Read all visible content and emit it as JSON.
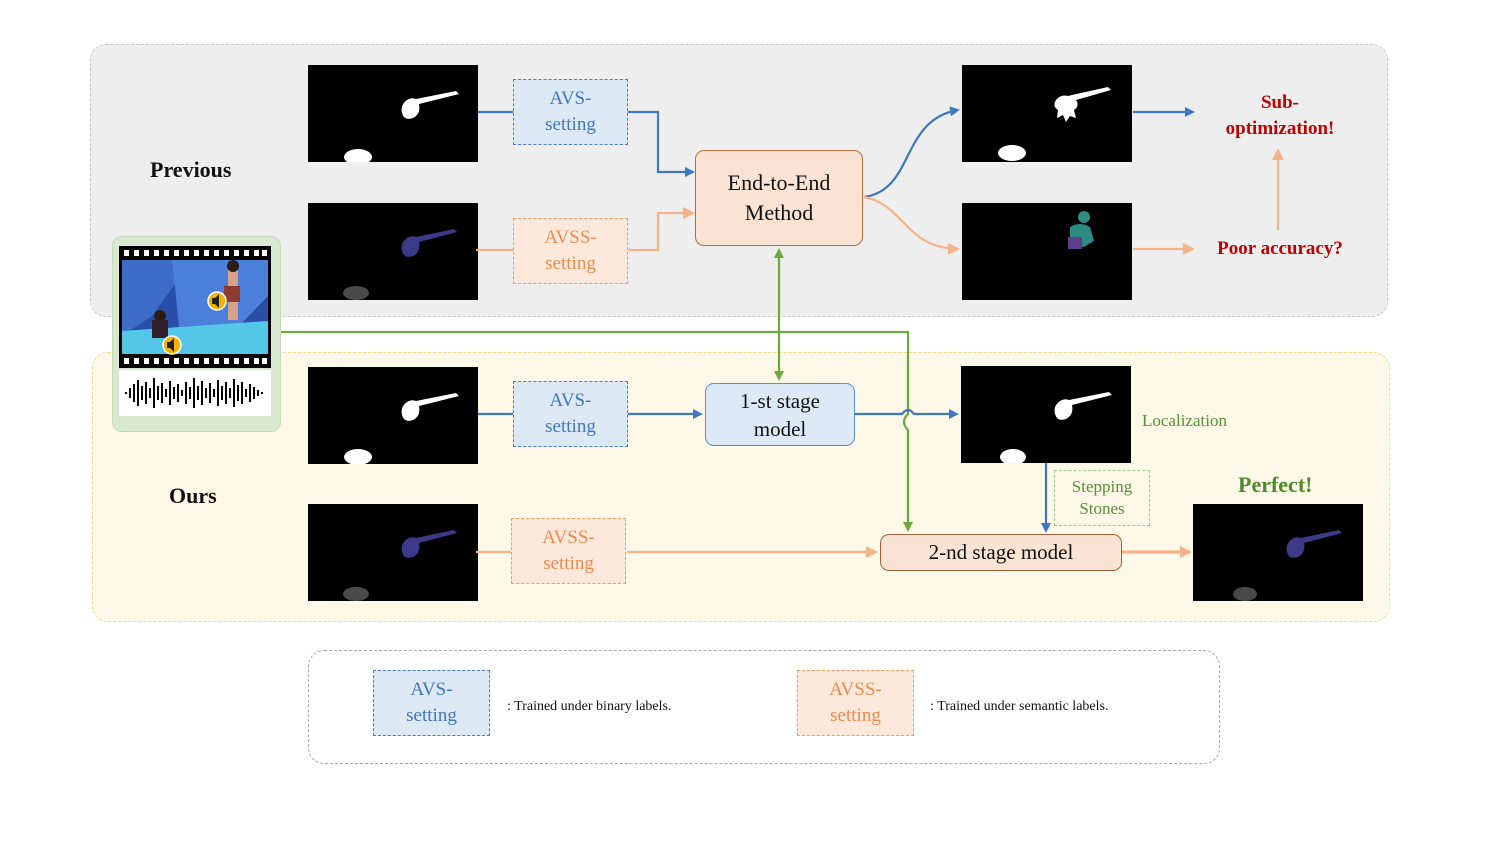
{
  "sections": {
    "previous": "Previous",
    "ours": "Ours"
  },
  "settings": {
    "avs": "AVS-\nsetting",
    "avss": "AVSS-\nsetting"
  },
  "models": {
    "end_to_end": "End-to-End\nMethod",
    "stage1": "1-st stage\nmodel",
    "stage2": "2-nd stage model"
  },
  "outcomes": {
    "sub_optimization": "Sub-\noptimization!",
    "poor_accuracy": "Poor accuracy?",
    "perfect": "Perfect!"
  },
  "annotations": {
    "localization": "Localization",
    "stepping_stones": "Stepping\nStones"
  },
  "legend": {
    "avs_label": "AVS-\nsetting",
    "avs_desc": ": Trained under binary labels.",
    "avss_label": "AVSS-\nsetting",
    "avss_desc": ": Trained under semantic labels."
  },
  "colors": {
    "avs_blue": "#3e78bf",
    "avss_orange": "#f5b38a",
    "green_link": "#6aaa3c",
    "error_red": "#c00000",
    "instrument_semantic": "#3b3b8a",
    "person_semantic": "#2e8b84"
  },
  "icons": [
    "speaker-icon",
    "film-strip",
    "audio-waveform"
  ]
}
